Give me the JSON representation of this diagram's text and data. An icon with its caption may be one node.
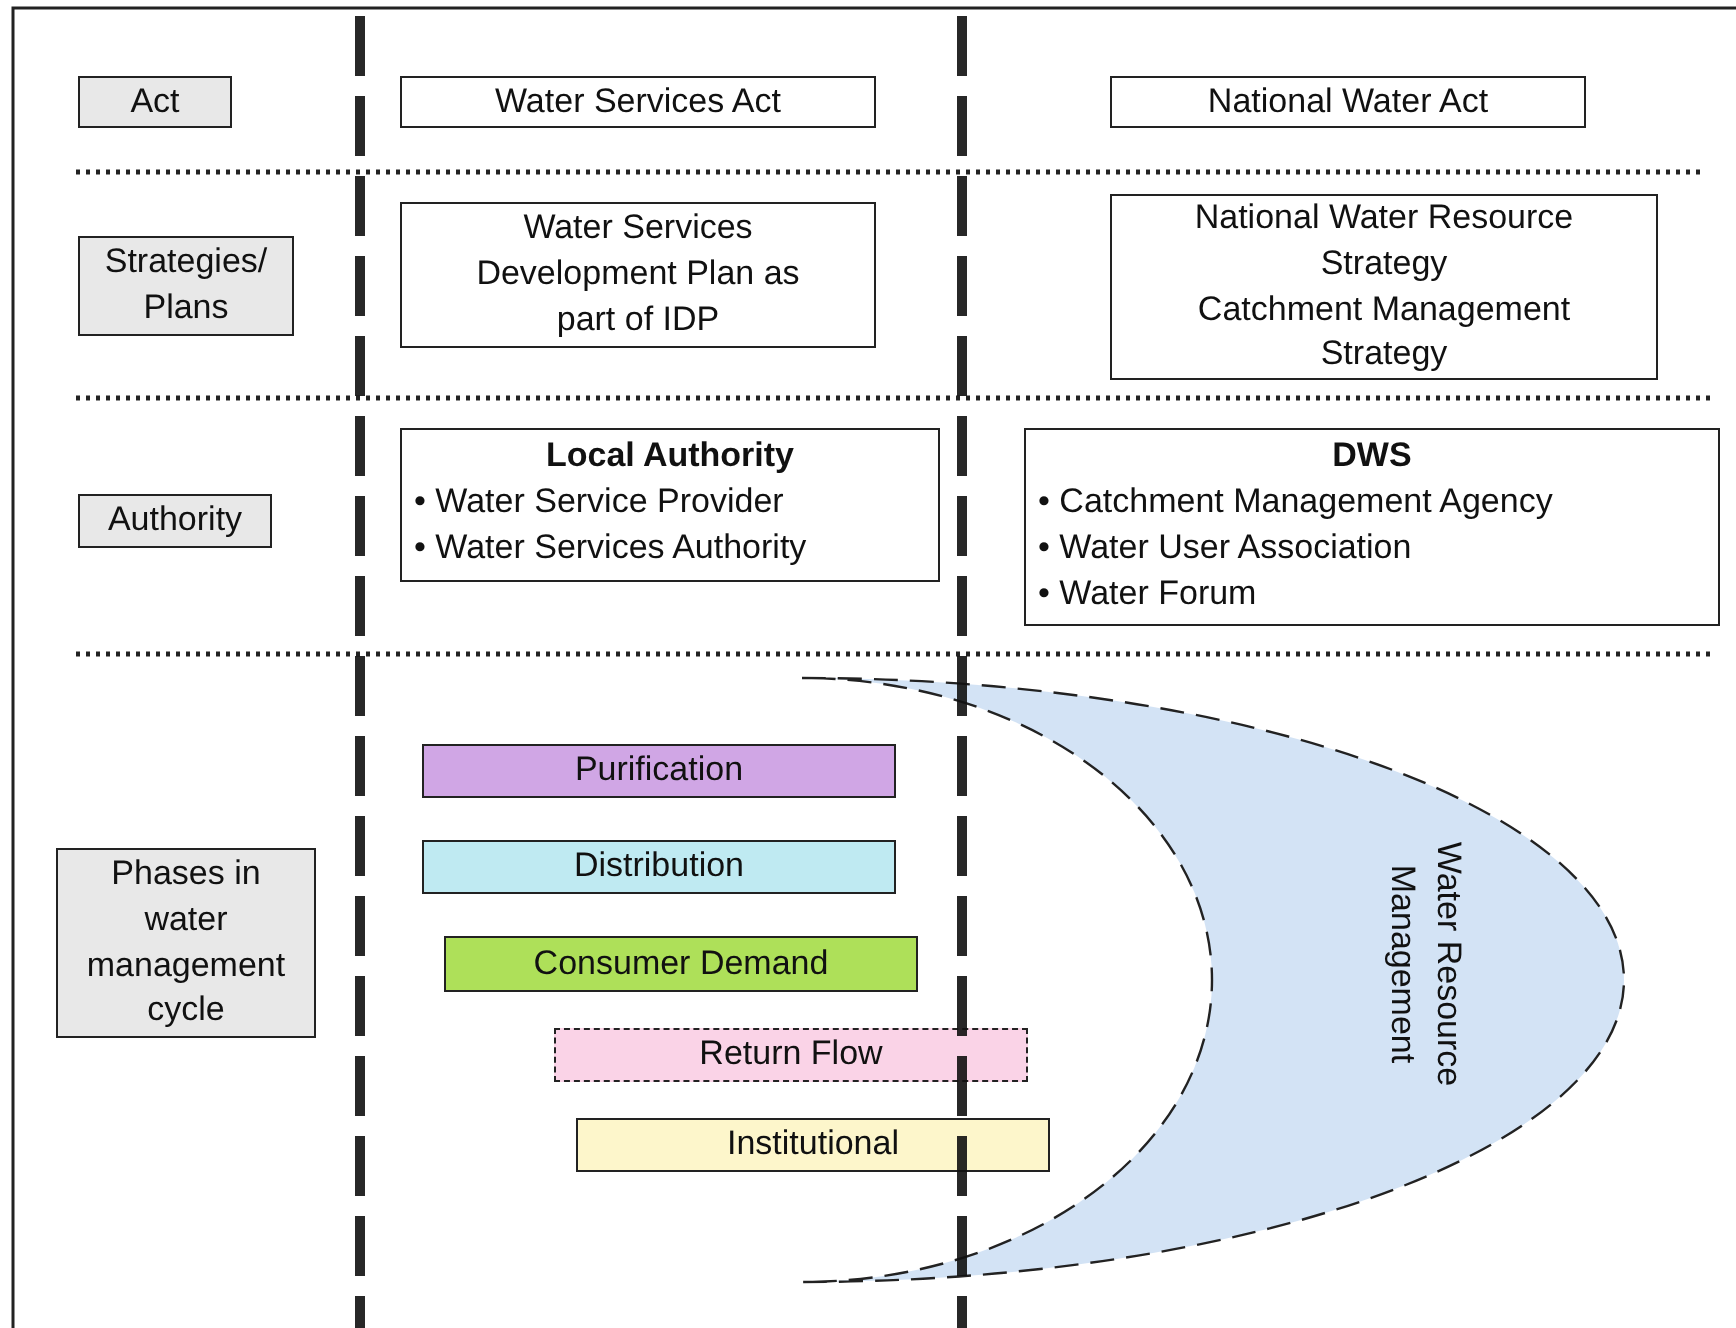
{
  "diagram": {
    "nodes": [
      {
        "text": [
          "Act"
        ]
      },
      {
        "text": [
          "Water Services Act"
        ]
      },
      {
        "text": [
          "National Water Act"
        ]
      },
      {
        "text": [
          "Strategies/ Plans"
        ]
      },
      {
        "text": [
          "Water Services Development Plan as part of IDP"
        ]
      },
      {
        "text": [
          "National Water Resource Strategy",
          "Catchment Management Strategy"
        ]
      },
      {
        "text": [
          "Authority"
        ]
      },
      {
        "text": [
          "Local Authority",
          "• Water Service Provider",
          "• Water Services Authority"
        ]
      },
      {
        "text": [
          "DWS",
          "• Catchment Management Agency",
          "• Water User Association",
          "• Water Forum"
        ]
      },
      {
        "text": [
          "Phases in water management cycle"
        ]
      },
      {
        "text": [
          "Water Resource Management"
        ]
      },
      {
        "text": [
          "Purification"
        ]
      },
      {
        "text": [
          "Distribution"
        ]
      },
      {
        "text": [
          "Consumer Demand"
        ]
      },
      {
        "text": [
          "Return Flow"
        ]
      },
      {
        "text": [
          "Institutional"
        ]
      }
    ]
  }
}
